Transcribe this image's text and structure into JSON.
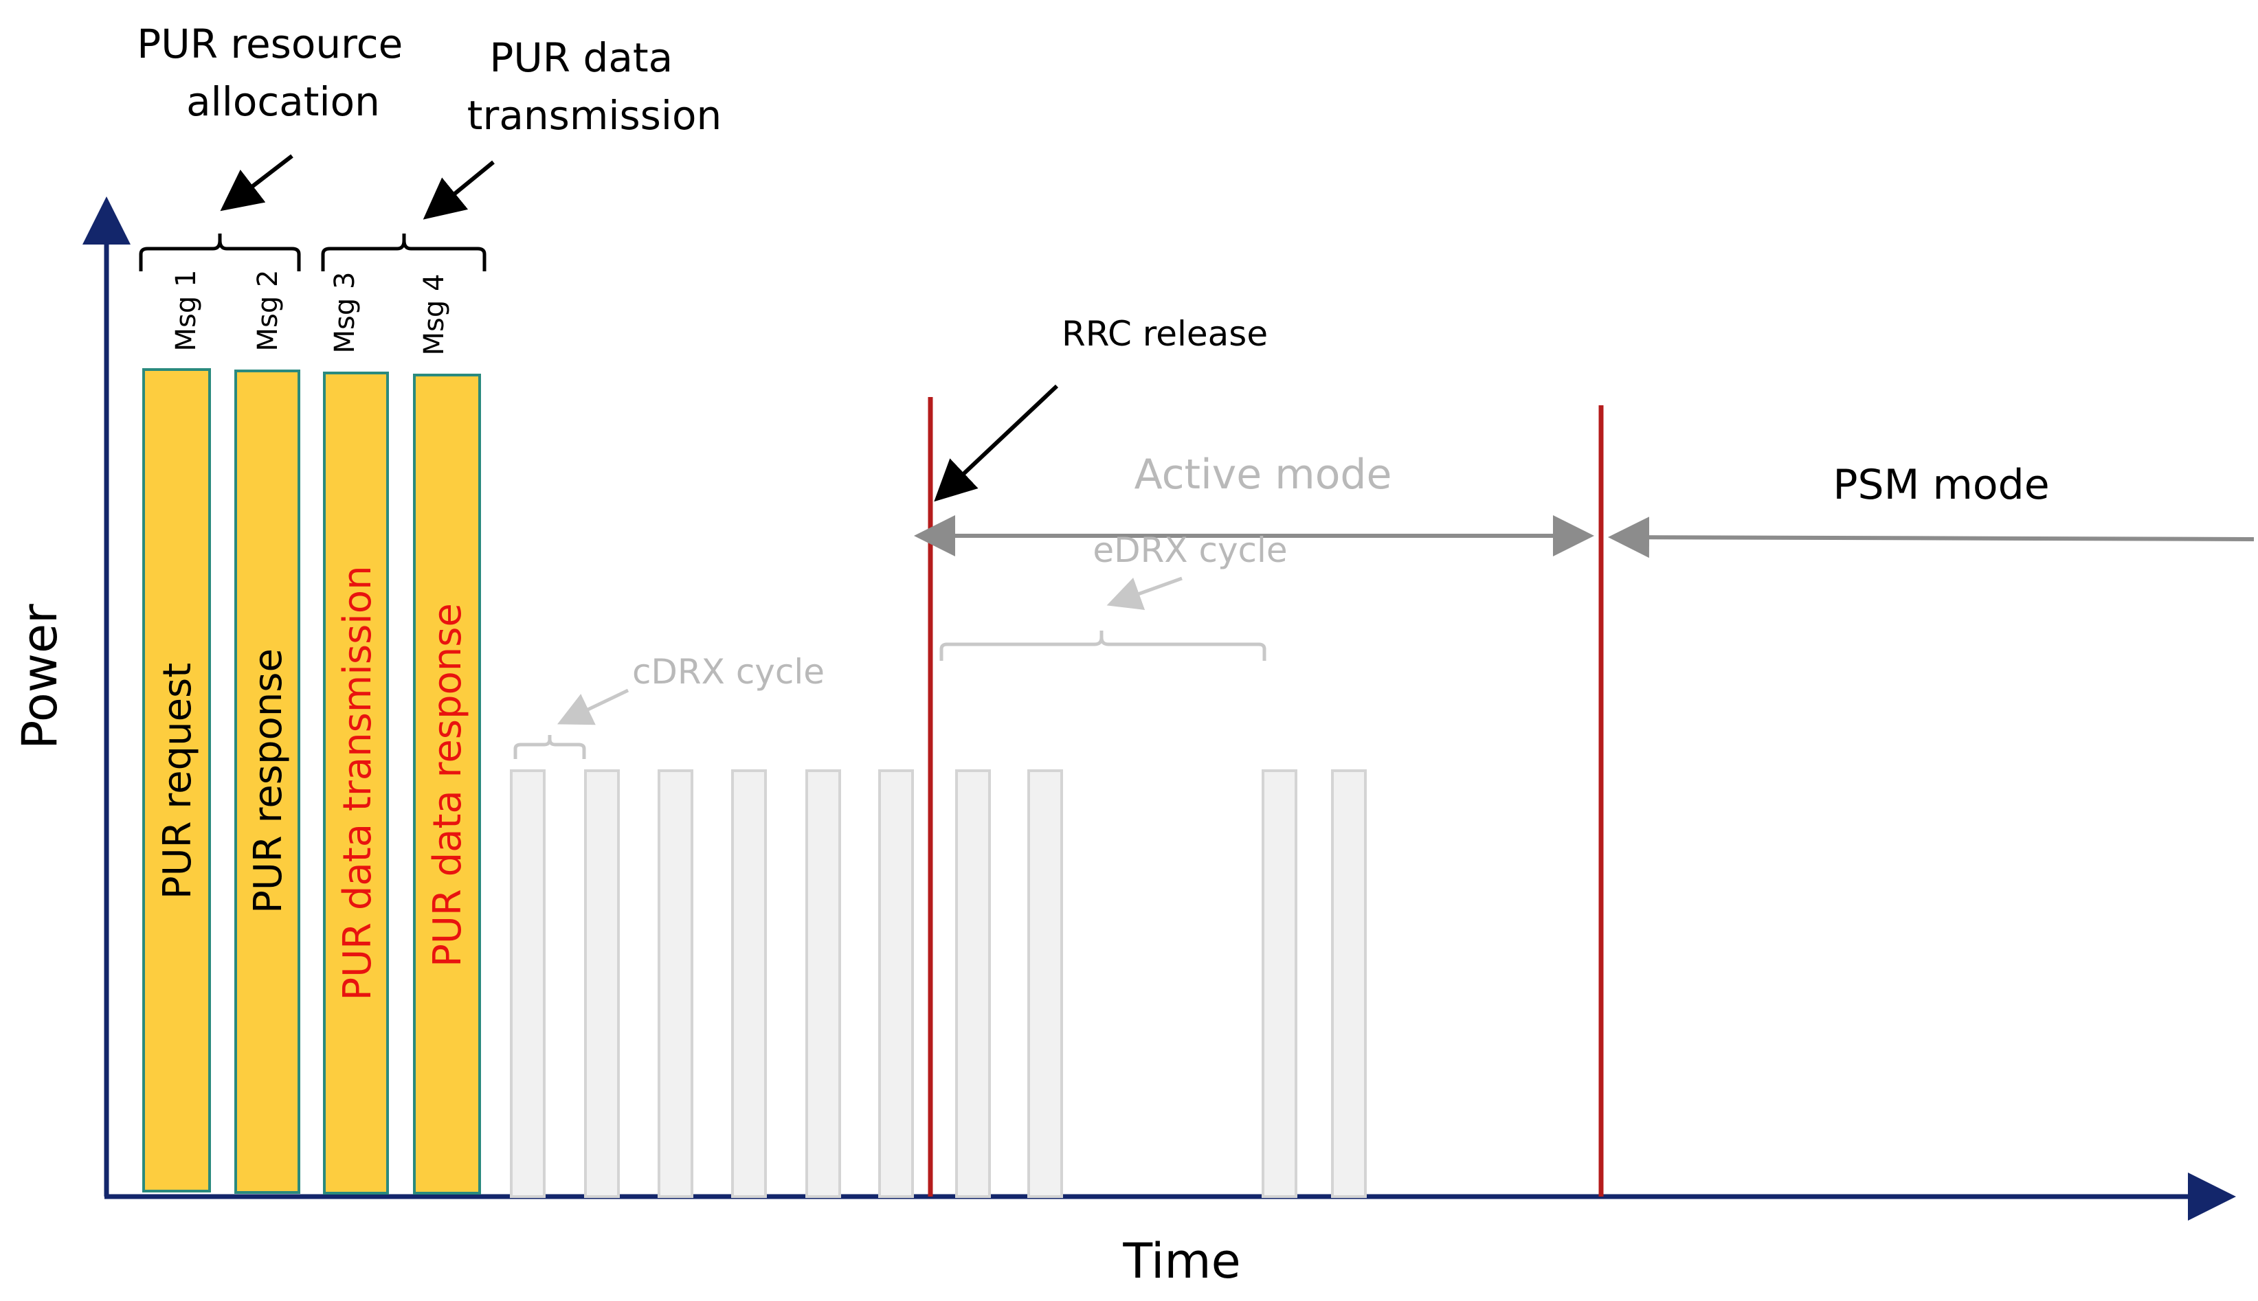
{
  "axes": {
    "y_label": "Power",
    "x_label": "Time"
  },
  "groups": {
    "resource_allocation": "PUR resource allocation",
    "resource_allocation_lines": [
      "PUR resource",
      "allocation"
    ],
    "data_transmission": "PUR data transmission",
    "data_transmission_lines": [
      "PUR data",
      "transmission"
    ]
  },
  "messages": [
    {
      "tag": "Msg 1",
      "label": "PUR request",
      "label_color": "#000000"
    },
    {
      "tag": "Msg 2",
      "label": "PUR response",
      "label_color": "#000000"
    },
    {
      "tag": "Msg 3",
      "label": "PUR data transmission",
      "label_color": "#e8130f"
    },
    {
      "tag": "Msg 4",
      "label": "PUR data response",
      "label_color": "#e8130f"
    }
  ],
  "annotations": {
    "rrc_release": "RRC release",
    "active_mode": "Active mode",
    "psm_mode": "PSM mode",
    "edrx_cycle": "eDRX cycle",
    "cdrx_cycle": "cDRX cycle"
  },
  "colors": {
    "axis": "#13266b",
    "bar_fill": "#fdcd3f",
    "bar_border": "#2a8a7e",
    "marker_line": "#b51c1c",
    "pulse_fill": "#f1f1f1",
    "pulse_border": "#d4d4d4",
    "grey_arrow": "#8c8c8c",
    "faded_text": "#b9b9b9",
    "red_text": "#e8130f"
  }
}
